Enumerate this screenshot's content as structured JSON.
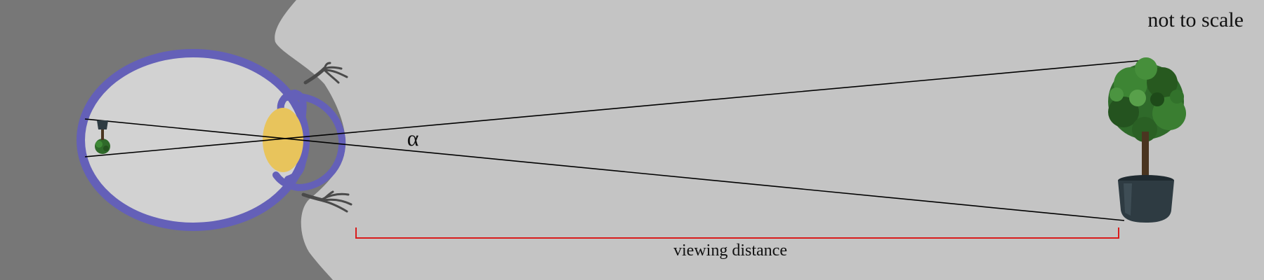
{
  "labels": {
    "not_to_scale": "not to scale",
    "viewing_distance": "viewing distance",
    "angle": "α"
  },
  "colors": {
    "background": "#c4c4c4",
    "face": "#777777",
    "eye_outline": "#6460b8",
    "eyeball_fill": "#d2d2d2",
    "lens": "#e8c45c",
    "measure_line": "#d81c1c",
    "ray": "#000000",
    "foliage": "#2f6a2a",
    "pot": "#2e3b42",
    "trunk": "#4a3520"
  },
  "icons": {
    "object": "potted-tree-icon",
    "retinal_image": "inverted-tree-image-icon",
    "eyelash": "eyelash-icon"
  }
}
